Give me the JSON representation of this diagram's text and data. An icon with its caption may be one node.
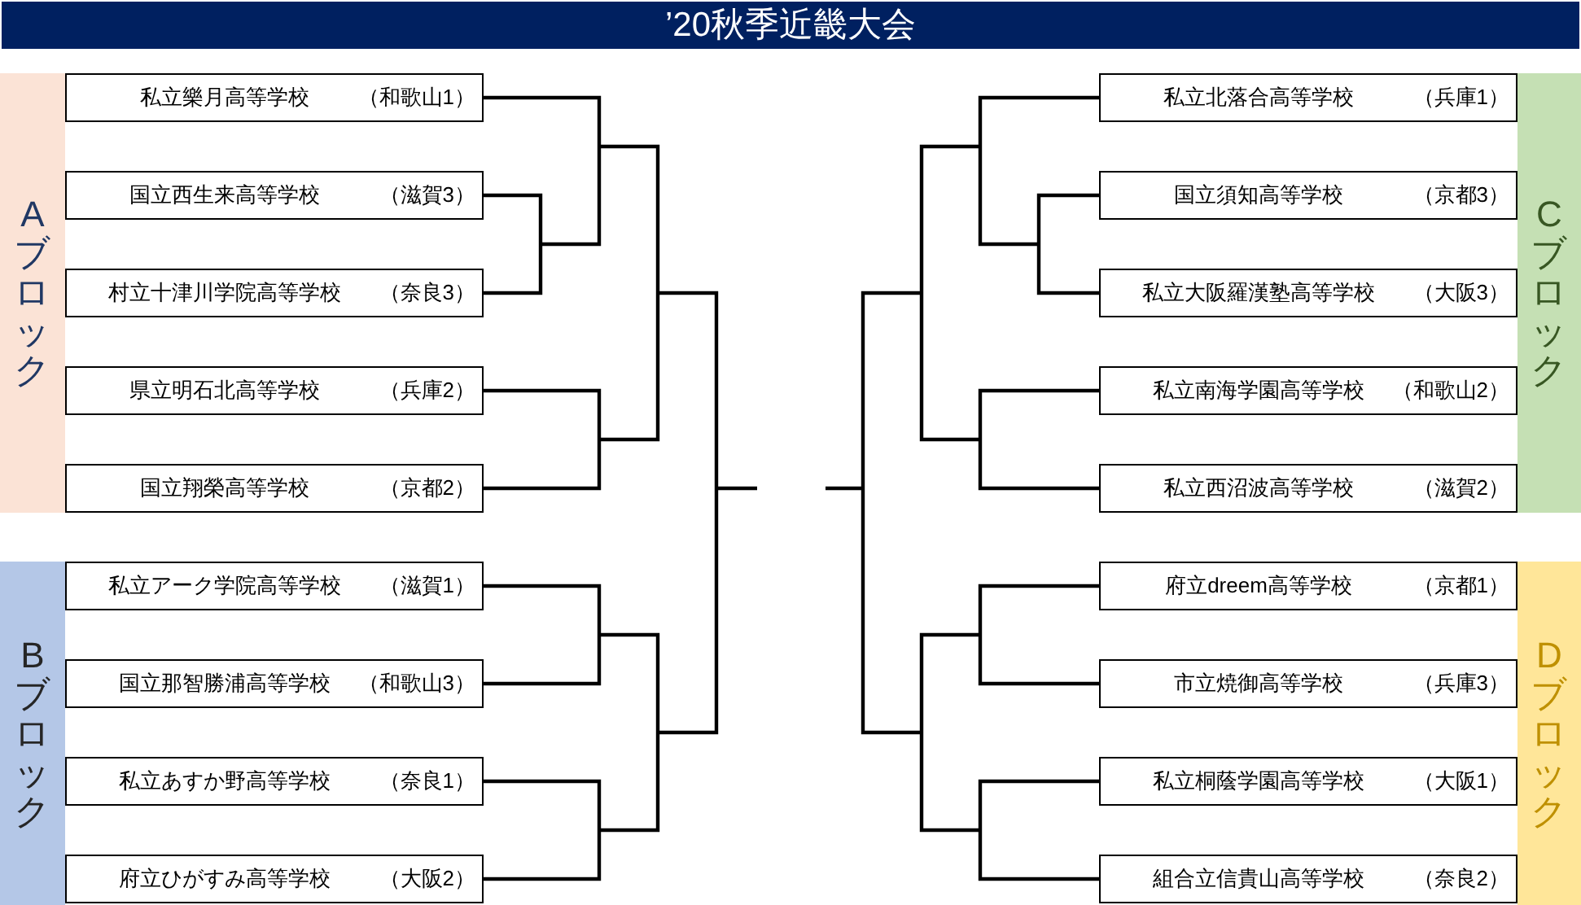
{
  "diagram": {
    "title": "’20秋季近畿大会",
    "nodes": [
      {
        "text": [
          "Aブロック"
        ]
      },
      {
        "text": [
          "私立樂月高等学校",
          "（和歌山1）"
        ]
      },
      {
        "text": [
          "国立西生来高等学校",
          "（滋賀3）"
        ]
      },
      {
        "text": [
          "村立十津川学院高等学校",
          "（奈良3）"
        ]
      },
      {
        "text": [
          "県立明石北高等学校",
          "（兵庫2）"
        ]
      },
      {
        "text": [
          "国立翔榮高等学校",
          "（京都2）"
        ]
      },
      {
        "text": [
          "Bブロック"
        ]
      },
      {
        "text": [
          "私立アーク学院高等学校",
          "（滋賀1）"
        ]
      },
      {
        "text": [
          "国立那智勝浦高等学校",
          "（和歌山3）"
        ]
      },
      {
        "text": [
          "私立あすか野高等学校",
          "（奈良1）"
        ]
      },
      {
        "text": [
          "府立ひがすみ高等学校",
          "（大阪2）"
        ]
      },
      {
        "text": [
          "Cブロック"
        ]
      },
      {
        "text": [
          "私立北落合高等学校",
          "（兵庫1）"
        ]
      },
      {
        "text": [
          "国立須知高等学校",
          "（京都3）"
        ]
      },
      {
        "text": [
          "私立大阪羅漢塾高等学校",
          "（大阪3）"
        ]
      },
      {
        "text": [
          "私立南海学園高等学校",
          "（和歌山2）"
        ]
      },
      {
        "text": [
          "私立西沼波高等学校",
          "（滋賀2）"
        ]
      },
      {
        "text": [
          "Dブロック"
        ]
      },
      {
        "text": [
          "府立dreem高等学校",
          "（京都1）"
        ]
      },
      {
        "text": [
          "市立焼御高等学校",
          "（兵庫3）"
        ]
      },
      {
        "text": [
          "私立桐蔭学園高等学校",
          "（大阪1）"
        ]
      },
      {
        "text": [
          "組合立信貴山高等学校",
          "（奈良2）"
        ]
      }
    ],
    "edges": [
      {
        "from": 1,
        "to": null,
        "arrow": "none"
      },
      {
        "from": 2,
        "to": null,
        "arrow": "none"
      },
      {
        "from": 3,
        "to": null,
        "arrow": "none"
      },
      {
        "from": 4,
        "to": null,
        "arrow": "none"
      },
      {
        "from": 5,
        "to": null,
        "arrow": "none"
      },
      {
        "from": 7,
        "to": null,
        "arrow": "none"
      },
      {
        "from": 8,
        "to": null,
        "arrow": "none"
      },
      {
        "from": 9,
        "to": null,
        "arrow": "none"
      },
      {
        "from": 10,
        "to": null,
        "arrow": "none"
      },
      {
        "from": 12,
        "to": null,
        "arrow": "none"
      },
      {
        "from": 13,
        "to": null,
        "arrow": "none"
      },
      {
        "from": 14,
        "to": null,
        "arrow": "none"
      },
      {
        "from": 15,
        "to": null,
        "arrow": "none"
      },
      {
        "from": 16,
        "to": null,
        "arrow": "none"
      },
      {
        "from": 18,
        "to": null,
        "arrow": "none"
      },
      {
        "from": 19,
        "to": null,
        "arrow": "none"
      },
      {
        "from": 20,
        "to": null,
        "arrow": "none"
      },
      {
        "from": 21,
        "to": null,
        "arrow": "none"
      }
    ]
  }
}
